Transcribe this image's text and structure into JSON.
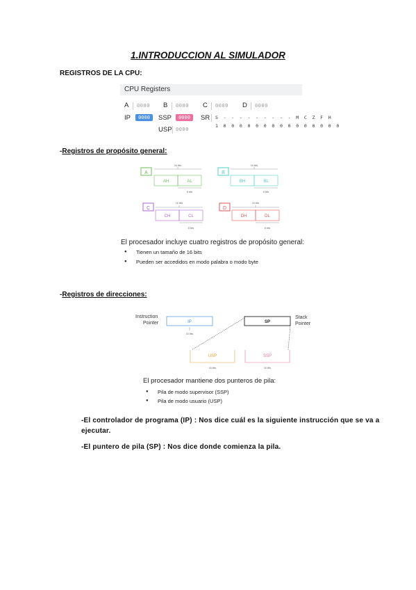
{
  "doc": {
    "title": "1.INTRODUCCION AL SIMULADOR",
    "cpu_heading": "REGISTROS DE LA CPU:",
    "gp_prefix": "-",
    "gp_heading": "Registros de propósito general:",
    "dir_prefix": "-",
    "dir_heading": "Registros de direcciones:",
    "para_ip": "-El controlador de programa (IP) : Nos dice cuál es la siguiente instrucción que se va a",
    "para_ip_cont": "ejecutar.",
    "para_sp": "-El puntero de pila (SP) : Nos dice donde comienza la pila."
  },
  "cpu_panel": {
    "title": "CPU Registers",
    "regs": {
      "a": {
        "label": "A",
        "value": "0000"
      },
      "b": {
        "label": "B",
        "value": "0000"
      },
      "c": {
        "label": "C",
        "value": "0000"
      },
      "d": {
        "label": "D",
        "value": "0000"
      },
      "ip": {
        "label": "IP",
        "value": "0000"
      },
      "ssp": {
        "label": "SSP",
        "value": "0000"
      },
      "usp": {
        "label": "USP",
        "value": "0000"
      },
      "sr": {
        "label": "SR"
      }
    },
    "sr_flags": "S - - - - - - - - - M C Z F H",
    "sr_bits": "1 0 0 0 0 0 0 0 0 0 0 0 0 0 0 0",
    "colors": {
      "ip": "#4a90e2",
      "ssp": "#ef6fa0"
    }
  },
  "gp_diagram": {
    "regs": [
      {
        "letter": "A",
        "high": "AH",
        "low": "AL",
        "color": "#6fbf5a"
      },
      {
        "letter": "B",
        "high": "BH",
        "low": "BL",
        "color": "#4fd1c5"
      },
      {
        "letter": "C",
        "high": "CH",
        "low": "CL",
        "color": "#b264d8"
      },
      {
        "letter": "D",
        "high": "DH",
        "low": "DL",
        "color": "#e05555"
      }
    ],
    "bits16": "16 bits",
    "bits8": "8 bits",
    "caption": "El procesador incluye cuatro registros de propósito general:",
    "bullets": [
      "Tienen un tamaño de 16 bits",
      "Pueden ser accedidos en modo palabra o modo byte"
    ]
  },
  "dir_diagram": {
    "ip_label": "IP",
    "ip_caption_1": "Instruction",
    "ip_caption_2": "Pointer",
    "sp_label": "SP",
    "sp_caption_1": "Stack",
    "sp_caption_2": "Pointer",
    "usp_label": "USP",
    "ssp_label": "SSP",
    "bits16": "16 bits",
    "colors": {
      "ip": "#4a90e2",
      "usp": "#f0a030",
      "ssp": "#ef6fa0"
    },
    "caption": "El procesador mantiene dos punteros de pila:",
    "bullets": [
      "Pila de modo supervisor (SSP)",
      "Pila de modo usuario (USP)"
    ]
  }
}
